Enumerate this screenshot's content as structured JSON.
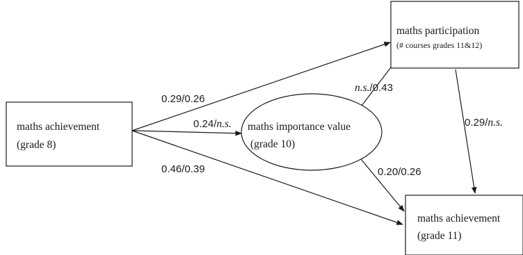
{
  "nodes": {
    "achievement8": {
      "line1": "maths achievement",
      "line2": "(grade 8)"
    },
    "importance10": {
      "line1": "maths importance value",
      "line2": "(grade 10)"
    },
    "participation": {
      "line1": "maths participation",
      "line2": "(# courses grades 11&12)"
    },
    "achievement11": {
      "line1": "maths achievement",
      "line2": "(grade 11)"
    }
  },
  "edges": {
    "ach8_to_participation": {
      "value": "0.29/0.26"
    },
    "ach8_to_importance": {
      "value_a": "0.24/",
      "value_b": "n.s."
    },
    "ach8_to_ach11": {
      "value": "0.46/0.39"
    },
    "importance_to_participation": {
      "value_a": "n.s.",
      "value_b": "/0.43"
    },
    "importance_to_ach11": {
      "value": "0.20/0.26"
    },
    "participation_to_ach11": {
      "value_a": "0.29/",
      "value_b": "n.s."
    }
  }
}
